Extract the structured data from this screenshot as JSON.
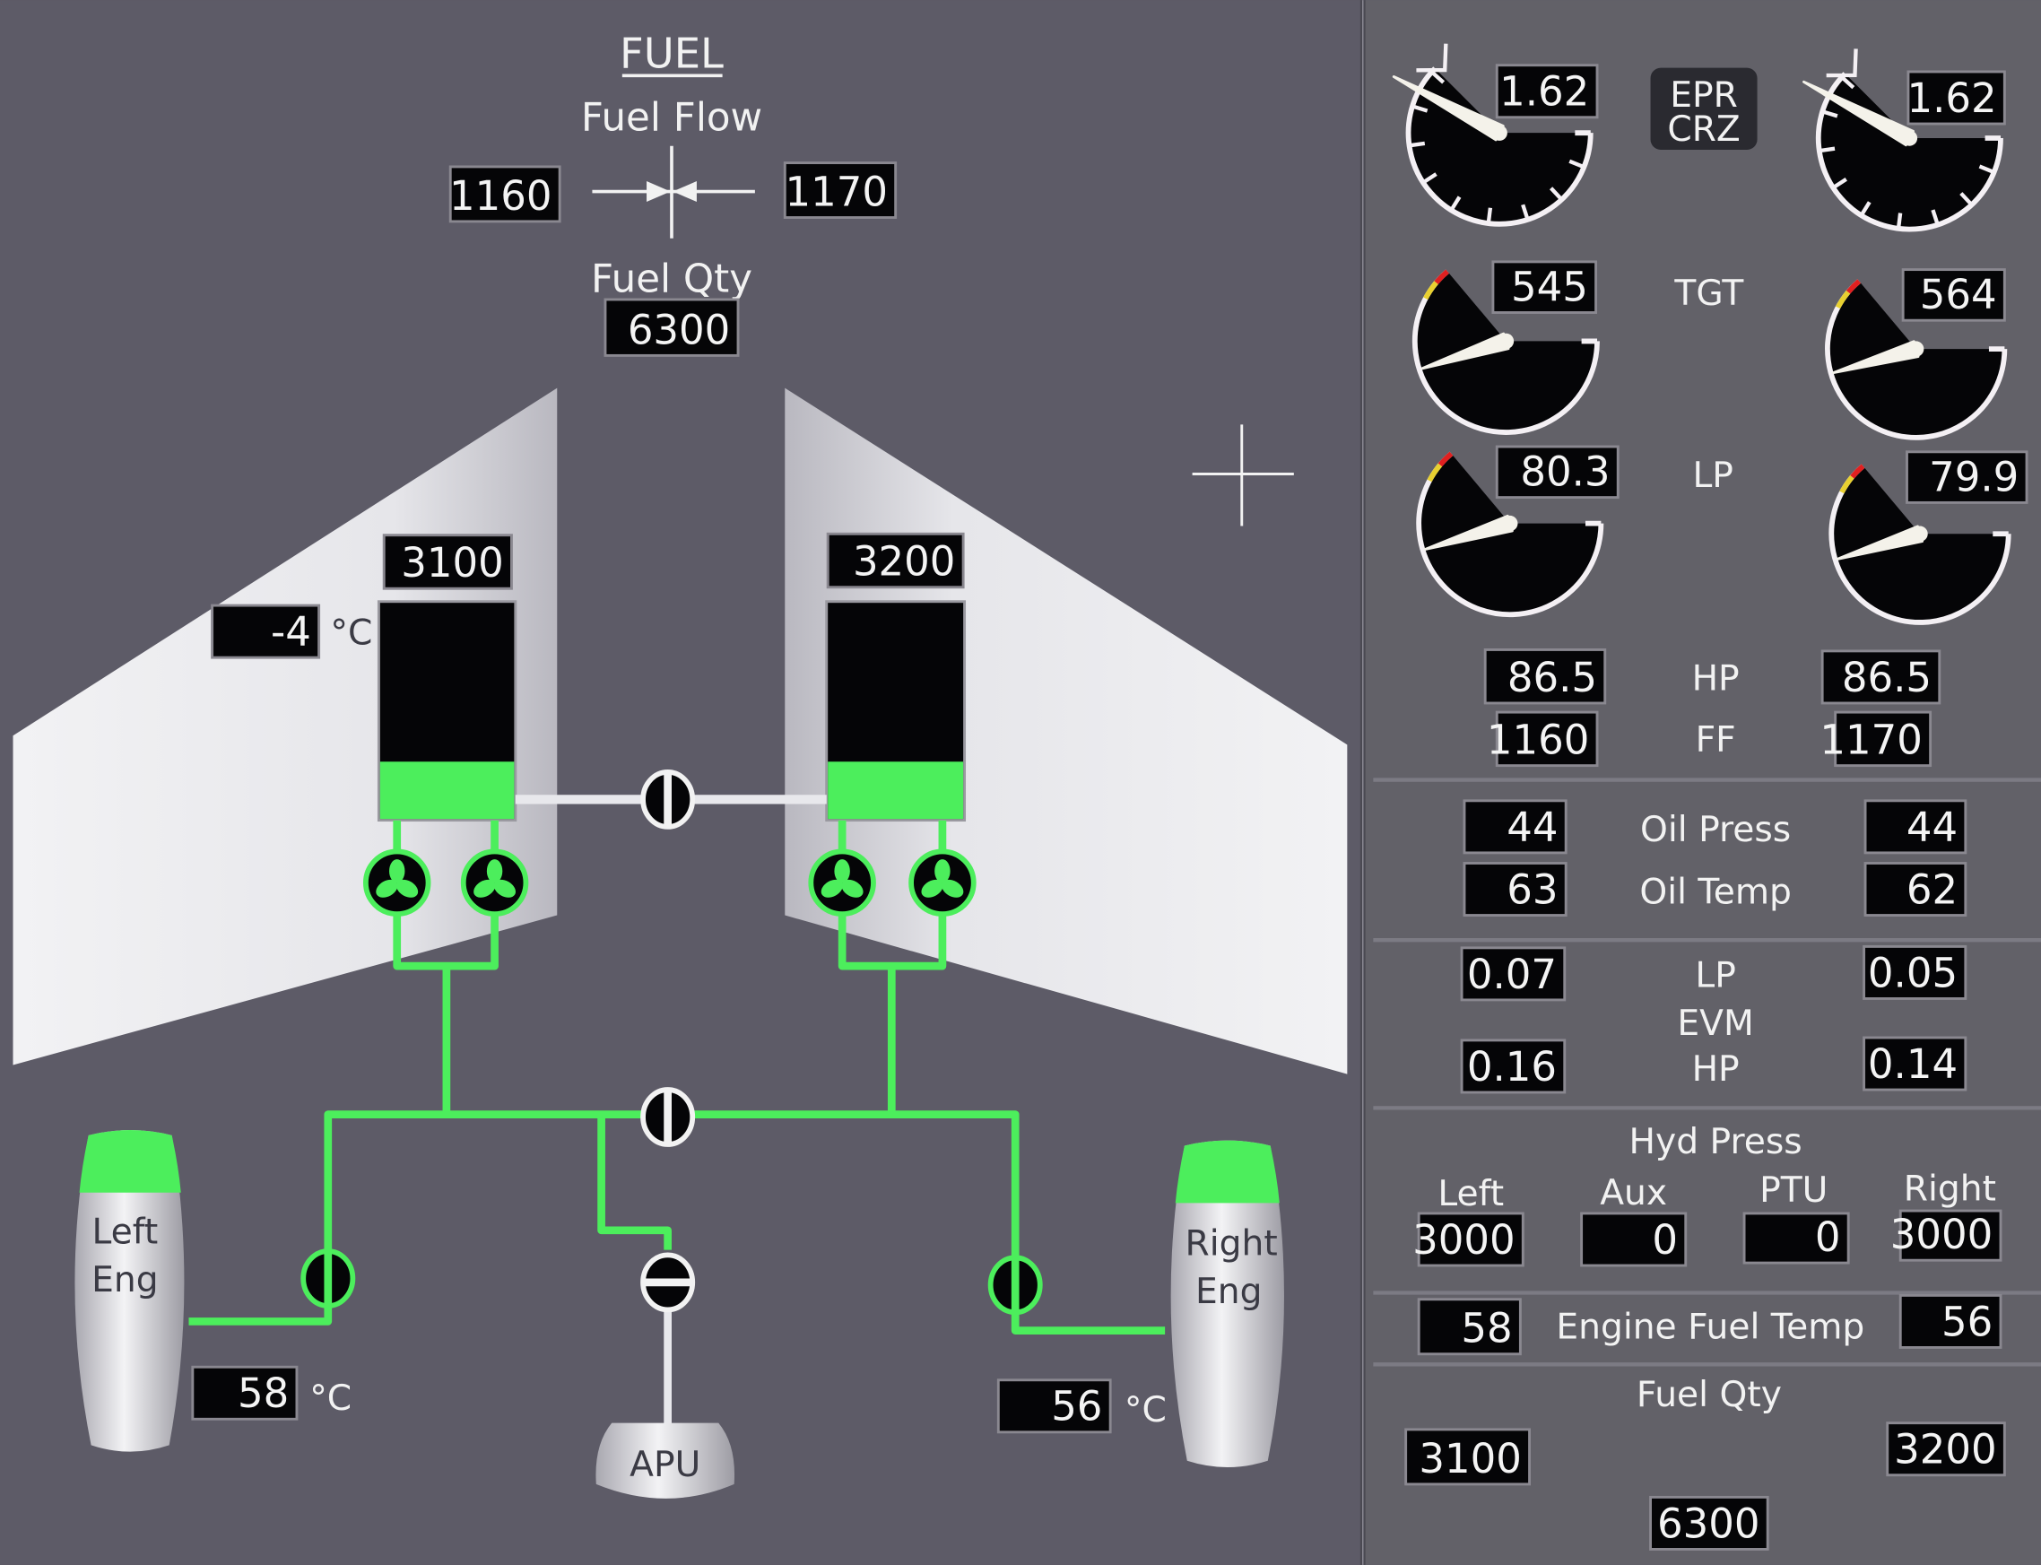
{
  "title": "FUEL",
  "fuel_flow": {
    "label": "Fuel Flow",
    "left": "1160",
    "right": "1170"
  },
  "fuel_qty": {
    "label": "Fuel Qty",
    "total": "6300"
  },
  "tanks": {
    "left": {
      "qty": "3100",
      "level_fraction": 0.27
    },
    "right": {
      "qty": "3200",
      "level_fraction": 0.27
    }
  },
  "tank_temp": {
    "value": "-4",
    "unit": "°C"
  },
  "engines": {
    "left": {
      "label_1": "Left",
      "label_2": "Eng",
      "temp": "58"
    },
    "right": {
      "label_1": "Right",
      "label_2": "Eng",
      "temp": "56"
    },
    "temp_unit": "°C"
  },
  "apu": {
    "label": "APU"
  },
  "right_panel": {
    "epr": {
      "label_1": "EPR",
      "label_2": "CRZ",
      "left": "1.62",
      "right": "1.62"
    },
    "tgt": {
      "label": "TGT",
      "left": "545",
      "right": "564"
    },
    "lp": {
      "label": "LP",
      "left": "80.3",
      "right": "79.9"
    },
    "hp": {
      "label": "HP",
      "left": "86.5",
      "right": "86.5"
    },
    "ff": {
      "label": "FF",
      "left": "1160",
      "right": "1170"
    },
    "oil_press": {
      "label": "Oil Press",
      "left": "44",
      "right": "44"
    },
    "oil_temp": {
      "label": "Oil Temp",
      "left": "63",
      "right": "62"
    },
    "evm": {
      "label": "EVM",
      "lp_label": "LP",
      "hp_label": "HP",
      "lp_left": "0.07",
      "lp_right": "0.05",
      "hp_left": "0.16",
      "hp_right": "0.14"
    },
    "hyd_press": {
      "label": "Hyd Press",
      "columns": [
        {
          "label": "Left",
          "value": "3000"
        },
        {
          "label": "Aux",
          "value": "0"
        },
        {
          "label": "PTU",
          "value": "0"
        },
        {
          "label": "Right",
          "value": "3000"
        }
      ]
    },
    "engine_fuel_temp": {
      "label": "Engine Fuel Temp",
      "left": "58",
      "right": "56"
    },
    "fuel_qty": {
      "label": "Fuel Qty",
      "left": "3100",
      "right": "3200",
      "total": "6300"
    }
  },
  "colors": {
    "background": "#5d5b67",
    "panel": "#626168",
    "fuel_green": "#4cee5c",
    "wing": "#ececef",
    "box": "#050507",
    "warning_red": "#e02020"
  }
}
